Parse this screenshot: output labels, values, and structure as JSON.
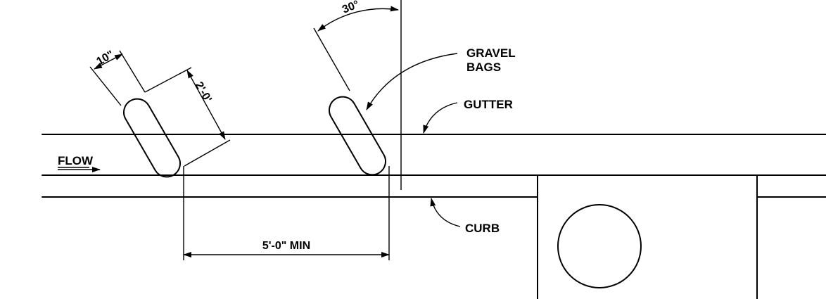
{
  "labels": {
    "flow": "FLOW",
    "gravel_line1": "GRAVEL",
    "gravel_line2": "BAGS",
    "gutter": "GUTTER",
    "curb": "CURB"
  },
  "dimensions": {
    "bag_width": "10\"",
    "bag_length": "2'-0'",
    "angle": "30°",
    "spacing": "5'-0\" MIN"
  }
}
